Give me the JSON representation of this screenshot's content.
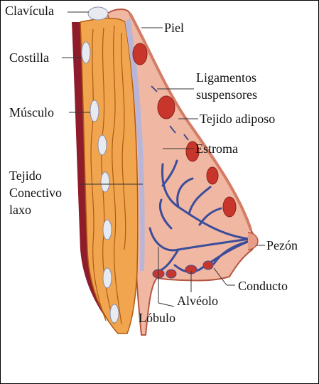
{
  "diagram": {
    "labels": {
      "clavicula": "Clavícula",
      "piel": "Piel",
      "costilla": "Costilla",
      "ligamentos": [
        "Ligamentos",
        "suspensores"
      ],
      "musculo": "Músculo",
      "tejido_adiposo": "Tejido adiposo",
      "estroma": "Estroma",
      "tejido_conectivo": [
        "Tejido",
        "Conectivo",
        "laxo"
      ],
      "pezon": "Pezón",
      "conducto": "Conducto",
      "alveolo": "Alvéolo",
      "lobulo": "Lóbulo"
    },
    "colors": {
      "skin": "#f0b8a3",
      "skin_edge": "#b5563f",
      "muscle": "#f0a54e",
      "muscle_fiber": "#b05a12",
      "rib": "#e8eaf2",
      "chest_wall": "#8e1c2b",
      "ducts": "#3b4d9a",
      "lobules": "#c8362b",
      "fascia": "#b8b5d8"
    }
  }
}
